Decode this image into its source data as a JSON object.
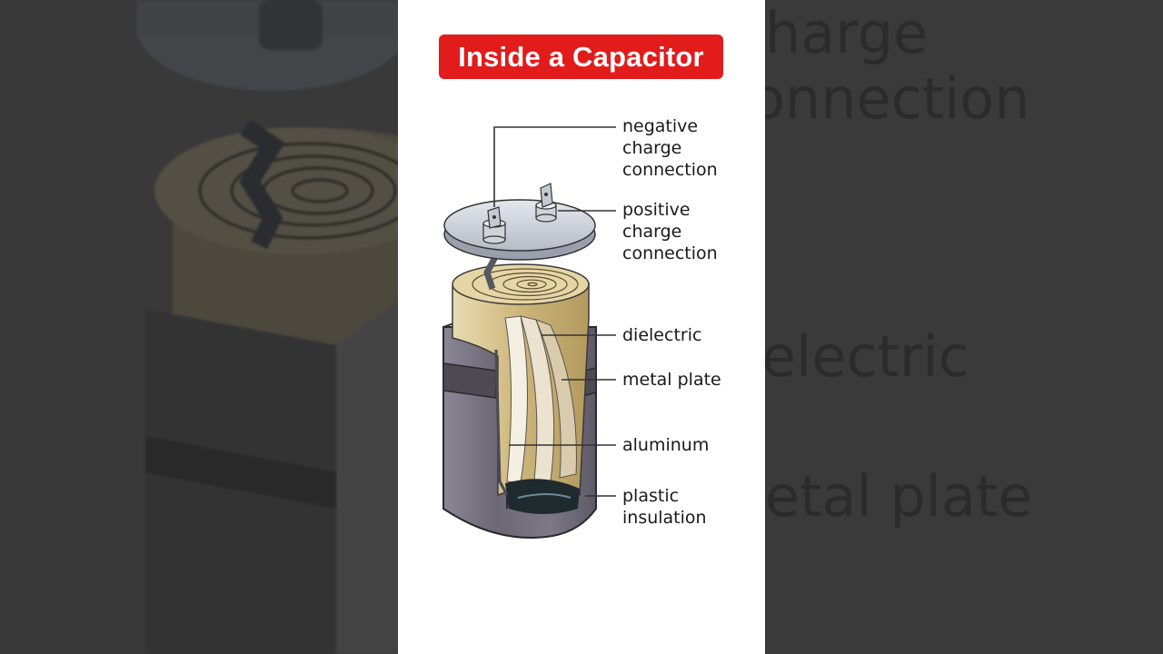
{
  "title": "Inside a Capacitor",
  "labels": {
    "negative": [
      "negative",
      "charge",
      "connection"
    ],
    "positive": [
      "positive",
      "charge",
      "connection"
    ],
    "dielectric": "dielectric",
    "metal_plate": "metal plate",
    "aluminum": "aluminum",
    "plastic": [
      "plastic",
      "insulation"
    ]
  },
  "backdrop_words": {
    "w1": "harge",
    "w2": "onnection",
    "w3": "electric",
    "w4": "etal plate"
  },
  "colors": {
    "title_bg": "#e21b1b",
    "title_text": "#ffffff",
    "card_bg": "#ffffff",
    "backdrop": "#474747"
  }
}
